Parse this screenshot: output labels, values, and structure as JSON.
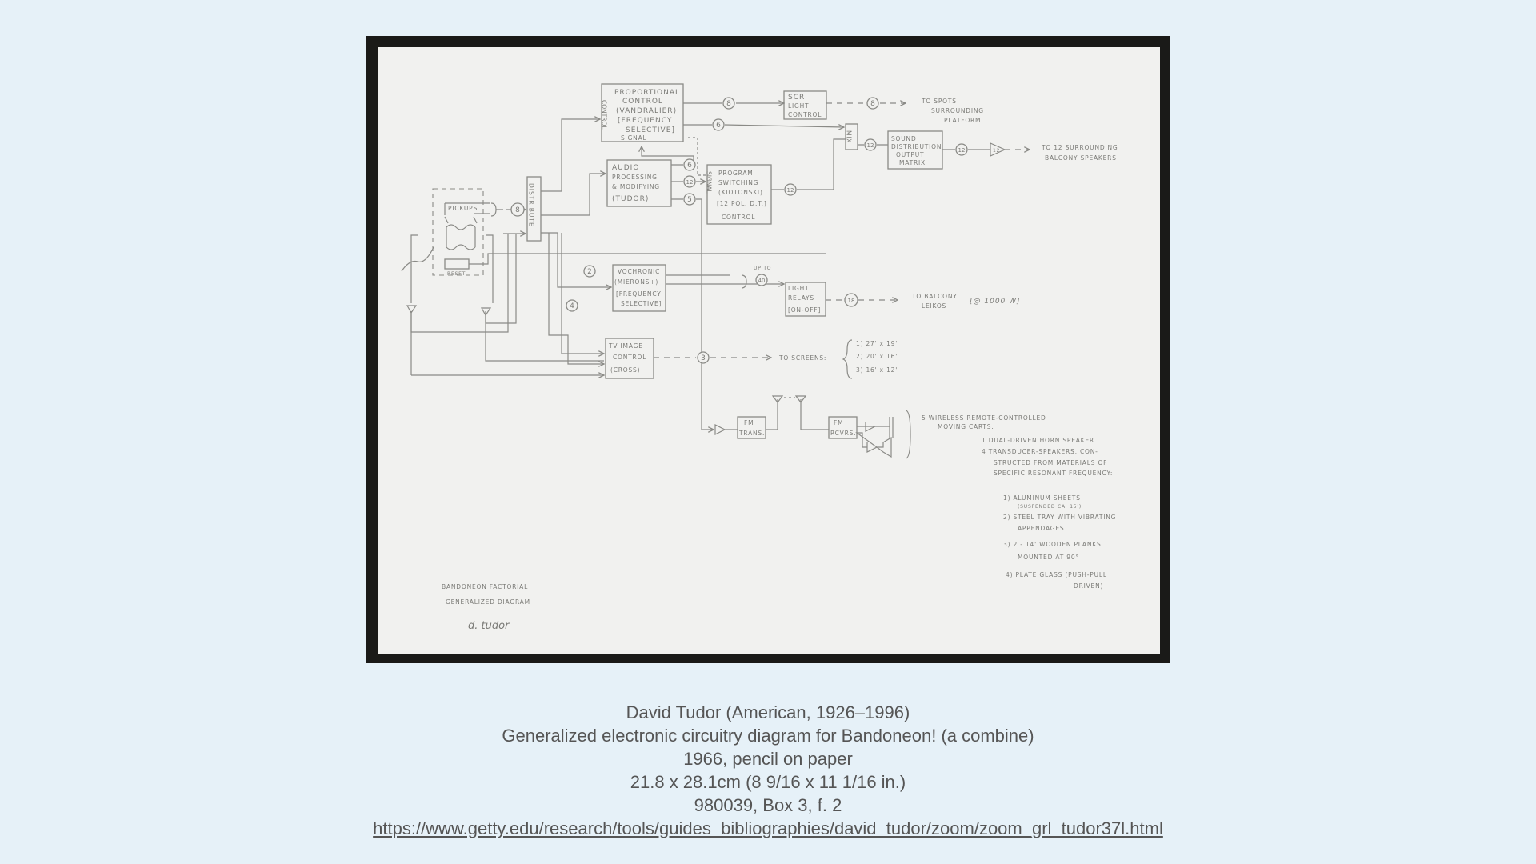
{
  "artwork": {
    "description": "Pencil circuitry diagram on paper",
    "blocks": {
      "proportional": [
        "PROPORTIONAL",
        "CONTROL",
        "(VANDRALIER)",
        "[FREQUENCY",
        "SELECTIVE]",
        "SIGNAL"
      ],
      "control_vertical": "CONTROL",
      "scr": [
        "SCR",
        "LIGHT",
        "CONTROL"
      ],
      "mix": "MIX",
      "sound_dist": [
        "SOUND",
        "DISTRIBUTION",
        "OUTPUT",
        "MATRIX"
      ],
      "audio": [
        "AUDIO",
        "PROCESSING",
        "& MODIFYING",
        "(TUDOR)"
      ],
      "program": [
        "PROGRAM",
        "SWITCHING",
        "(KIOTONSKI)",
        "[12 POL. D.T.]",
        "CONTROL"
      ],
      "signal_vertical": "SIGNAL",
      "pickups": "PICKUPS",
      "reset": "RESET",
      "distribute": "DISTRIBUTE",
      "vocoder": [
        "VOCHRONIC",
        "(MIERONS+)",
        "[FREQUENCY",
        "SELECTIVE]"
      ],
      "light_relays": [
        "LIGHT",
        "RELAYS",
        "[ON-OFF]"
      ],
      "tv": [
        "TV IMAGE",
        "CONTROL",
        "(CROSS)"
      ],
      "fm_trans": [
        "FM",
        "TRANS."
      ],
      "fm_rcvrs": [
        "FM",
        "RCVRS."
      ]
    },
    "circles": {
      "c8a": "8",
      "c6a": "6",
      "c8b": "8",
      "c12a": "12",
      "c12b": "12",
      "c8pick": "8",
      "c6b": "6",
      "c12c": "12",
      "c5": "5",
      "c12d": "12",
      "c2": "2",
      "c4": "4",
      "c40": "40",
      "c18": "18",
      "c3": "3"
    },
    "amp_label": "12",
    "upto": "UP TO",
    "labels": {
      "spots": [
        "TO SPOTS",
        "SURROUNDING",
        "PLATFORM"
      ],
      "balcony_speakers": [
        "TO 12 SURROUNDING",
        "BALCONY SPEAKERS"
      ],
      "balcony_leikos": [
        "TO BALCONY",
        "LEIKOS"
      ],
      "wattage": "[@ 1000 W]",
      "screens_to": "TO SCREENS:",
      "screens": [
        "1)  27' x 19'",
        "2)  20' x 16'",
        "3)  16' x 12'"
      ],
      "carts": [
        "5 WIRELESS REMOTE-CONTROLLED",
        "MOVING CARTS:",
        "1 DUAL-DRIVEN HORN SPEAKER",
        "4 TRANSDUCER-SPEAKERS, CON-",
        "STRUCTED FROM MATERIALS OF",
        "SPECIFIC RESONANT FREQUENCY:"
      ],
      "materials": [
        "1) ALUMINUM SHEETS",
        "(SUSPENDED CA. 15')",
        "2) STEEL TRAY WITH VIBRATING",
        "APPENDAGES",
        "3)  2 - 14' WOODEN PLANKS",
        "MOUNTED AT 90°",
        "4)  PLATE GLASS  (PUSH-PULL",
        "DRIVEN)"
      ],
      "title_note": [
        "BANDONEON  FACTORIAL",
        "GENERALIZED   DIAGRAM"
      ],
      "signature": "d. tudor"
    }
  },
  "caption": {
    "artist": "David Tudor (American, 1926–1996)",
    "title": "Generalized electronic circuitry diagram for Bandoneon! (a combine)",
    "date_medium": "1966, pencil on paper",
    "dimensions": "21.8 x 28.1cm (8 9/16 x 11 1/16 in.)",
    "accession": "980039, Box 3, f. 2",
    "link": "https://www.getty.edu/research/tools/guides_bibliographies/david_tudor/zoom/zoom_grl_tudor37l.html"
  }
}
